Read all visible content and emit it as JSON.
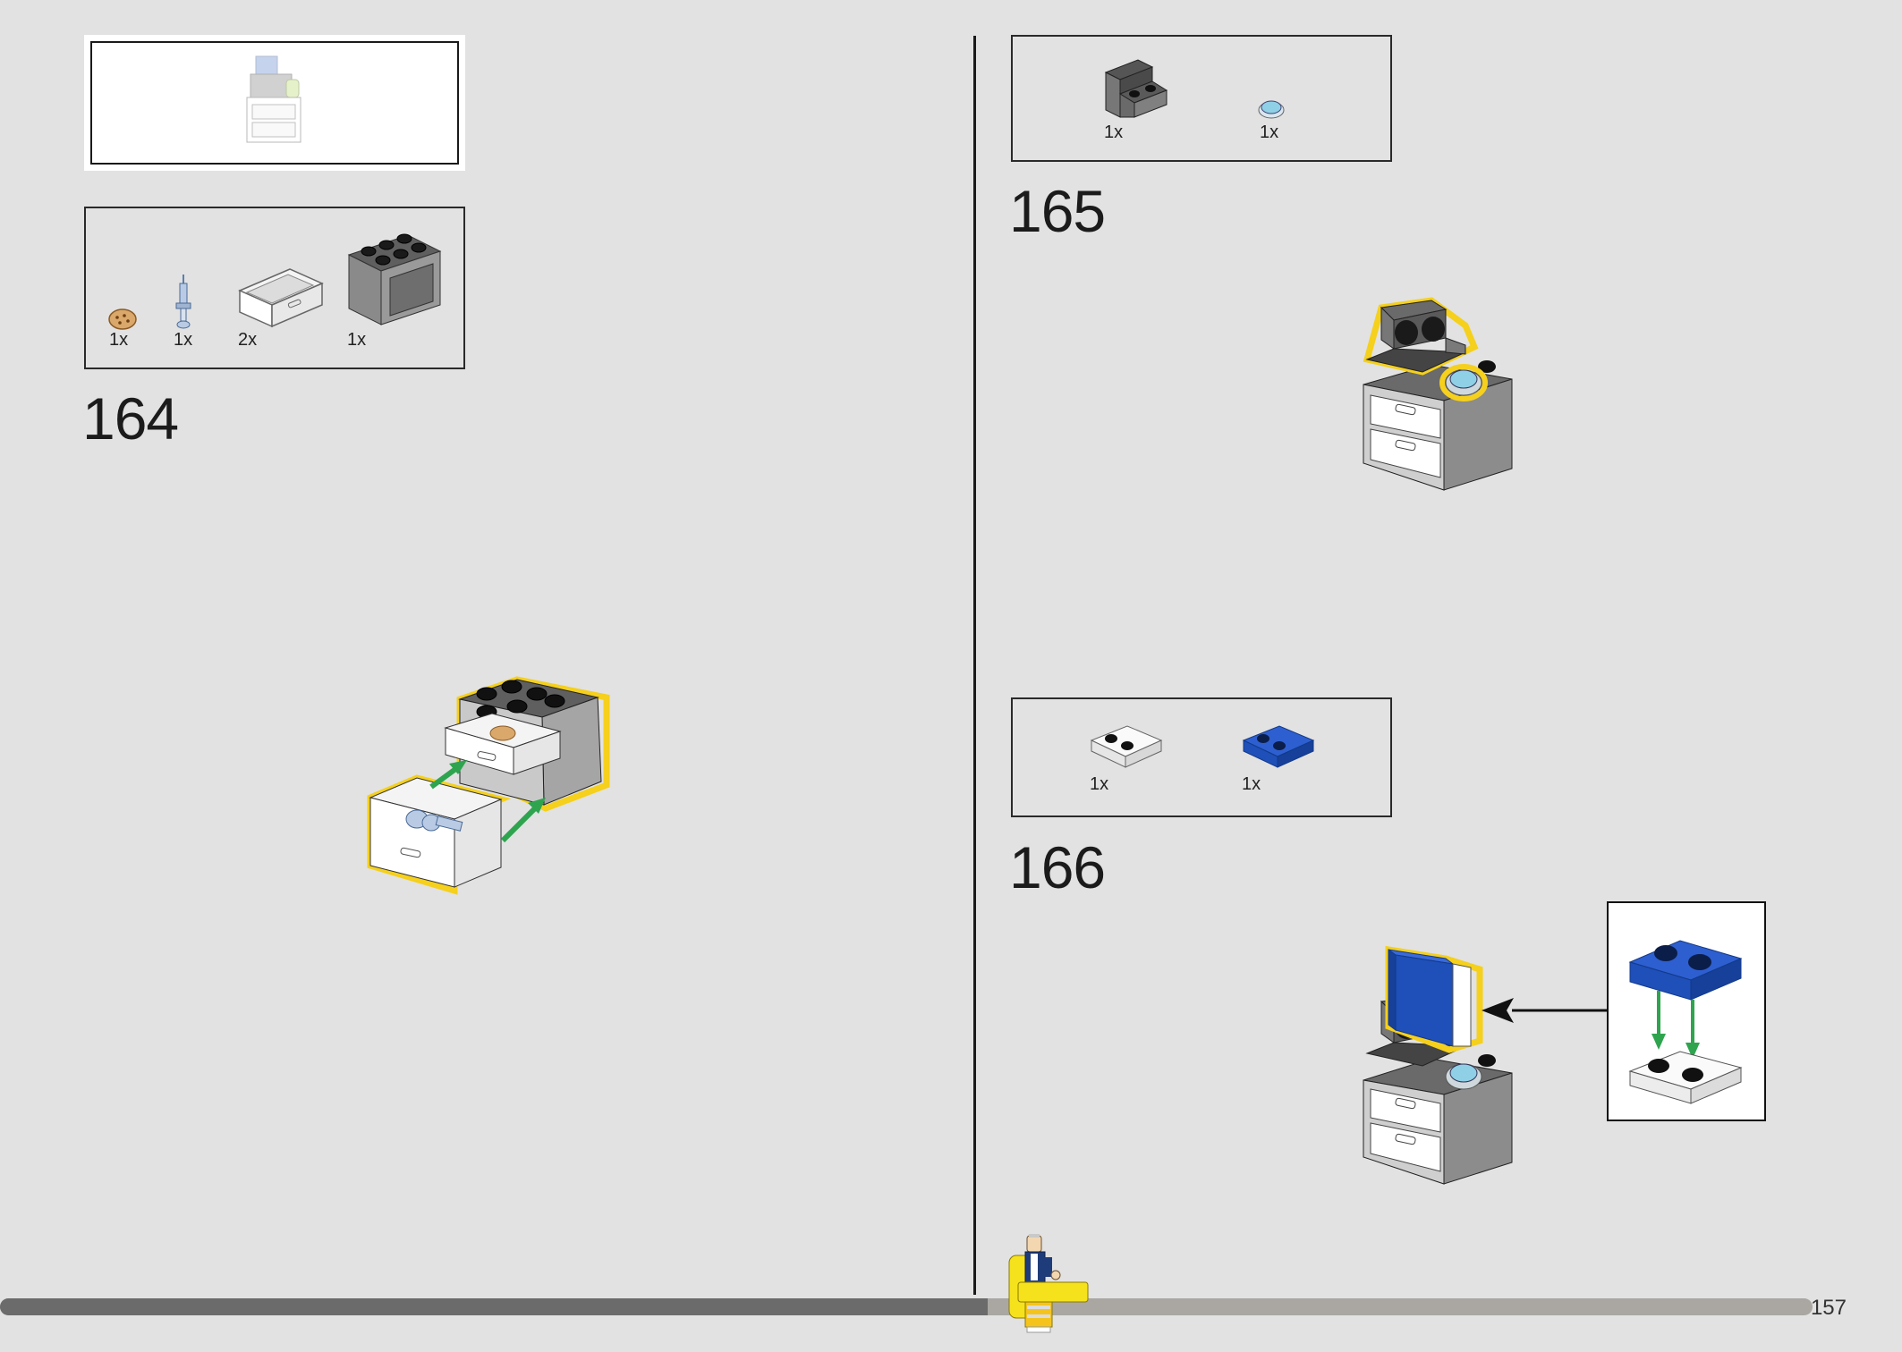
{
  "page": {
    "number": "157"
  },
  "progress": {
    "fraction": 0.545
  },
  "submodel_preview": {
    "icon": "submodel-cabinet-preview"
  },
  "step_164": {
    "number": "164",
    "parts": [
      {
        "name": "cookie-tile-icon",
        "qty": "1x"
      },
      {
        "name": "syringe-piece-icon",
        "qty": "1x"
      },
      {
        "name": "drawer-icon",
        "qty": "2x"
      },
      {
        "name": "cabinet-2x3x2-icon",
        "qty": "1x"
      }
    ]
  },
  "step_165": {
    "number": "165",
    "parts": [
      {
        "name": "bracket-plate-icon",
        "qty": "1x"
      },
      {
        "name": "round-tile-clock-icon",
        "qty": "1x"
      }
    ]
  },
  "step_166": {
    "number": "166",
    "parts": [
      {
        "name": "white-plate-2x2-icon",
        "qty": "1x"
      },
      {
        "name": "blue-plate-2x2-icon",
        "qty": "1x"
      }
    ]
  },
  "colors": {
    "highlight": "#f5d01c",
    "arrow_green": "#2ea44f",
    "blue_brick": "#1f4fb8",
    "dark_grey": "#6b6b6b"
  }
}
